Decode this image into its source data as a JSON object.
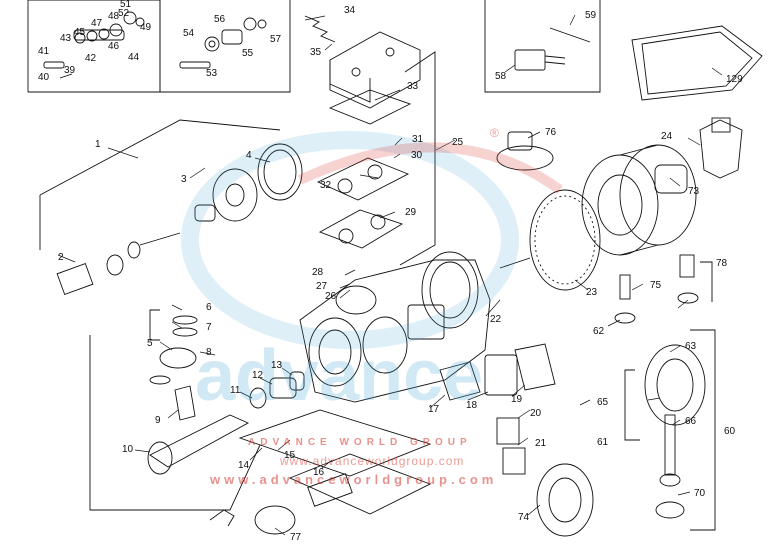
{
  "diagram": {
    "callouts": [
      "1",
      "2",
      "3",
      "4",
      "5",
      "6",
      "7",
      "8",
      "9",
      "10",
      "11",
      "12",
      "13",
      "14",
      "15",
      "16",
      "17",
      "18",
      "19",
      "20",
      "21",
      "22",
      "23",
      "24",
      "25",
      "26",
      "27",
      "28",
      "29",
      "30",
      "31",
      "32",
      "33",
      "34",
      "35",
      "39",
      "40",
      "41",
      "42",
      "43",
      "44",
      "45",
      "46",
      "47",
      "48",
      "49",
      "51",
      "52",
      "53",
      "54",
      "55",
      "56",
      "57",
      "58",
      "59",
      "60",
      "61",
      "62",
      "63",
      "65",
      "66",
      "70",
      "73",
      "74",
      "75",
      "76",
      "77",
      "78",
      "129"
    ],
    "watermark": {
      "logo_word": "advance",
      "company": "ADVANCE WORLD GROUP",
      "url_small": "www.advanceworldgroup.com",
      "url_large": "www.advanceworldgroup.com",
      "registered": "®"
    }
  }
}
